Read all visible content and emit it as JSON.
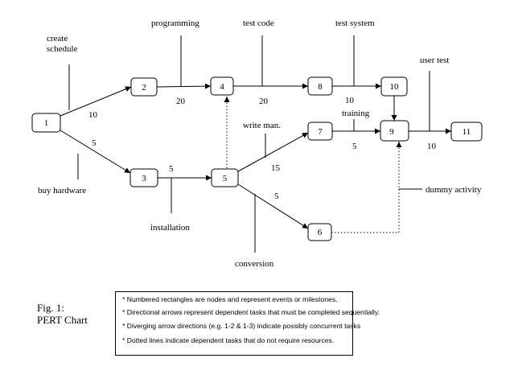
{
  "nodes": [
    {
      "id": "1",
      "label": "1"
    },
    {
      "id": "2",
      "label": "2"
    },
    {
      "id": "3",
      "label": "3"
    },
    {
      "id": "4",
      "label": "4"
    },
    {
      "id": "5",
      "label": "5"
    },
    {
      "id": "6",
      "label": "6"
    },
    {
      "id": "7",
      "label": "7"
    },
    {
      "id": "8",
      "label": "8"
    },
    {
      "id": "9",
      "label": "9"
    },
    {
      "id": "10",
      "label": "10"
    },
    {
      "id": "11",
      "label": "11"
    }
  ],
  "tasks": [
    {
      "from": "1",
      "to": "2",
      "name": "create schedule",
      "duration": "10"
    },
    {
      "from": "1",
      "to": "3",
      "name": "buy hardware",
      "duration": "5"
    },
    {
      "from": "2",
      "to": "4",
      "name": "programming",
      "duration": "20"
    },
    {
      "from": "3",
      "to": "5",
      "name": "installation",
      "duration": "5"
    },
    {
      "from": "4",
      "to": "8",
      "name": "test code",
      "duration": "20"
    },
    {
      "from": "5",
      "to": "7",
      "name": "write man.",
      "duration": "15"
    },
    {
      "from": "5",
      "to": "6",
      "name": "conversion",
      "duration": "5"
    },
    {
      "from": "8",
      "to": "10",
      "name": "test system",
      "duration": "10"
    },
    {
      "from": "7",
      "to": "9",
      "name": "training",
      "duration": "5"
    },
    {
      "from": "9",
      "to": "11",
      "name": "user test",
      "duration": "10"
    }
  ],
  "dependencies": [
    {
      "from": "5",
      "to": "4",
      "style": "dotted"
    },
    {
      "from": "6",
      "to": "9",
      "style": "dotted",
      "name": "dummy activity"
    },
    {
      "from": "10",
      "to": "9",
      "style": "solid"
    }
  ],
  "caption": {
    "line1": "Fig. 1:",
    "line2": "PERT Chart"
  },
  "legend": [
    "* Numbered rectangles are nodes and represent events or milestones.",
    "* Directional arrows represent dependent tasks that must be completed sequentially.",
    "* Diverging arrow directions (e.g. 1-2 & 1-3) indicate possibly concurrent tasks",
    "* Dotted lines indicate dependent tasks that do not require resources."
  ]
}
